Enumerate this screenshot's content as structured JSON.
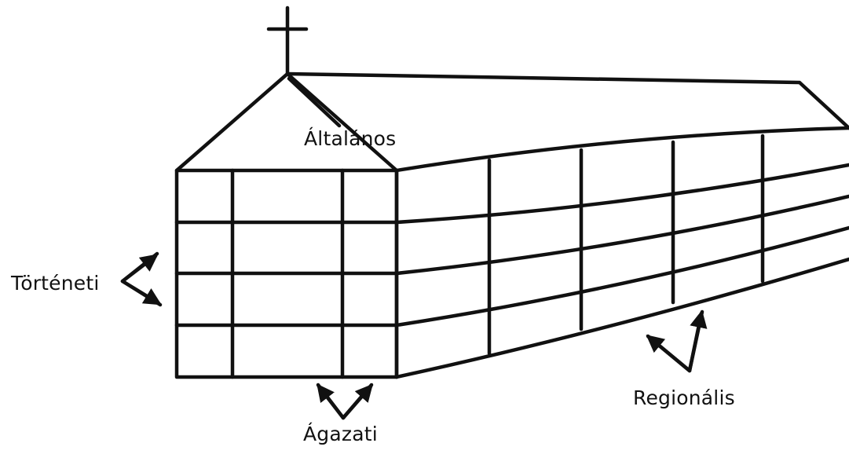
{
  "labels": {
    "general": "Általános",
    "historical": "Történeti",
    "sectoral": "Ágazati",
    "regional": "Regionális"
  },
  "colors": {
    "ink": "#111111",
    "background": "#ffffff"
  }
}
